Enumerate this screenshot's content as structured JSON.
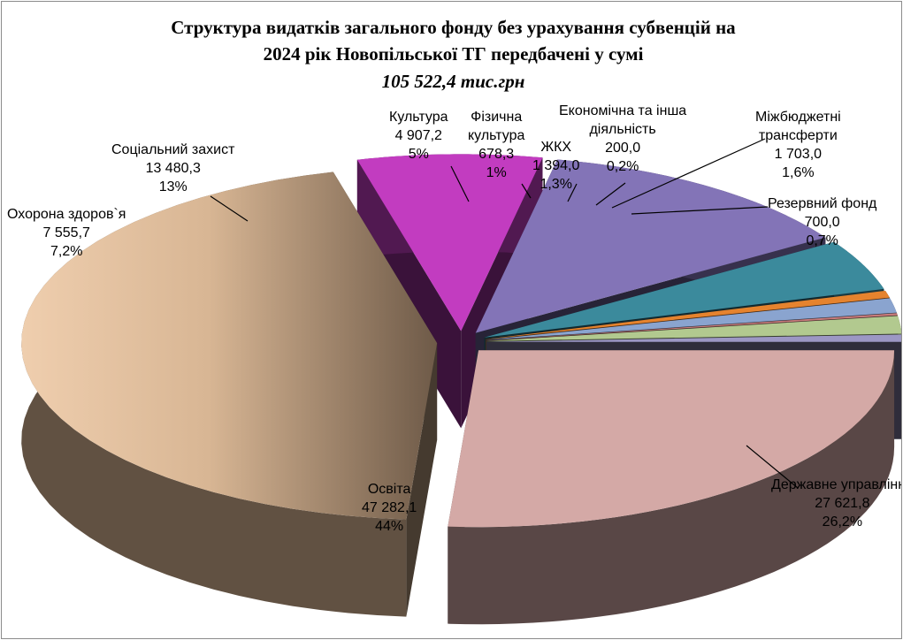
{
  "chart_data": {
    "type": "pie",
    "title_line1": "Структура  видатків  загального  фонду без урахування субвенцій на",
    "title_line2": "2024 рік Новопільської  ТГ передбачені у сумі",
    "subtitle": "105 522,4 тис.грн",
    "slices": [
      {
        "name": "Державне управління",
        "value_text": "27 621,8",
        "percent_text": "26,2%",
        "value": 27621.8,
        "color": "#d4a9a6"
      },
      {
        "name": "Освіта",
        "value_text": "47 282,1",
        "percent_text": "44%",
        "value": 47282.1,
        "color": "#e6c29e"
      },
      {
        "name": "Охорона здоров`я",
        "value_text": "7 555,7",
        "percent_text": "7,2%",
        "value": 7555.7,
        "color": "#c23cc0"
      },
      {
        "name": "Соціальний захист",
        "value_text": "13 480,3",
        "percent_text": "13%",
        "value": 13480.3,
        "color": "#8374b7"
      },
      {
        "name": "Культура",
        "value_text": "4 907,2",
        "percent_text": "5%",
        "value": 4907.2,
        "color": "#3b8a9c"
      },
      {
        "name": "Фізична культура",
        "value_text": "678,3",
        "percent_text": "1%",
        "value": 678.3,
        "color": "#e5832e"
      },
      {
        "name": "ЖКХ",
        "value_text": "1 394,0",
        "percent_text": "1,3%",
        "value": 1394.0,
        "color": "#8aa4cf"
      },
      {
        "name": "Економічна та інша діяльність",
        "value_text": "200,0",
        "percent_text": "0,2%",
        "value": 200.0,
        "color": "#c77b7b"
      },
      {
        "name": "Міжбюджетні трансферти",
        "value_text": "1 703,0",
        "percent_text": "1,6%",
        "value": 1703.0,
        "color": "#b2c98f"
      },
      {
        "name": "Резервний фонд",
        "value_text": "700,0",
        "percent_text": "0,7%",
        "value": 700.0,
        "color": "#9c97c4"
      }
    ]
  }
}
